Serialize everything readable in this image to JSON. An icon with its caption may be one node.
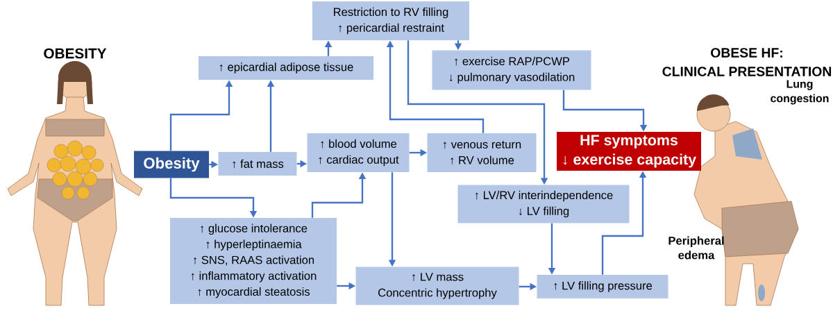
{
  "diagram": {
    "nodes": [
      {
        "text": [
          "Restriction to RV filling",
          "↑ pericardial restraint"
        ]
      },
      {
        "text": [
          "↑ epicardial adipose tissue"
        ]
      },
      {
        "text": [
          "↑ exercise RAP/PCWP",
          "↓ pulmonary vasodilation"
        ]
      },
      {
        "text": [
          "Obesity"
        ]
      },
      {
        "text": [
          "↑ fat mass"
        ]
      },
      {
        "text": [
          "↑ blood volume",
          "↑ cardiac output"
        ]
      },
      {
        "text": [
          "↑ venous return",
          "↑ RV volume"
        ]
      },
      {
        "text": [
          "HF symptoms",
          "↓ exercise capacity"
        ]
      },
      {
        "text": [
          "↑ LV/RV interindependence",
          "↓ LV filling"
        ]
      },
      {
        "text": [
          "↑ glucose intolerance",
          "↑ hyperleptinaemia",
          "↑ SNS, RAAS activation",
          "↑ inflammatory activation",
          "↑ myocardial steatosis"
        ]
      },
      {
        "text": [
          "↑ LV mass",
          "Concentric hypertrophy"
        ]
      },
      {
        "text": [
          "↑ LV filling pressure"
        ]
      }
    ],
    "edges": [
      {
        "from": 3,
        "to": 1,
        "arrow": "to"
      },
      {
        "from": 4,
        "to": 1,
        "arrow": "to"
      },
      {
        "from": 1,
        "to": 0,
        "arrow": "to"
      },
      {
        "from": 0,
        "to": 2,
        "arrow": "to"
      },
      {
        "from": 0,
        "to": 8,
        "arrow": "to"
      },
      {
        "from": 6,
        "to": 0,
        "arrow": "to"
      },
      {
        "from": 2,
        "to": 7,
        "arrow": "to"
      },
      {
        "from": 3,
        "to": 4,
        "arrow": "to"
      },
      {
        "from": 4,
        "to": 5,
        "arrow": "to"
      },
      {
        "from": 5,
        "to": 6,
        "arrow": "to"
      },
      {
        "from": 3,
        "to": 9,
        "arrow": "to"
      },
      {
        "from": 9,
        "to": 5,
        "arrow": "to"
      },
      {
        "from": 5,
        "to": 10,
        "arrow": "to"
      },
      {
        "from": 9,
        "to": 10,
        "arrow": "to"
      },
      {
        "from": 8,
        "to": 11,
        "arrow": "to"
      },
      {
        "from": 10,
        "to": 11,
        "arrow": "to"
      },
      {
        "from": 11,
        "to": 7,
        "arrow": "to"
      }
    ],
    "labels": [
      "OBESITY",
      "OBESE HF:",
      "CLINICAL PRESENTATION",
      "Lung congestion",
      "Peripheral edema"
    ]
  }
}
